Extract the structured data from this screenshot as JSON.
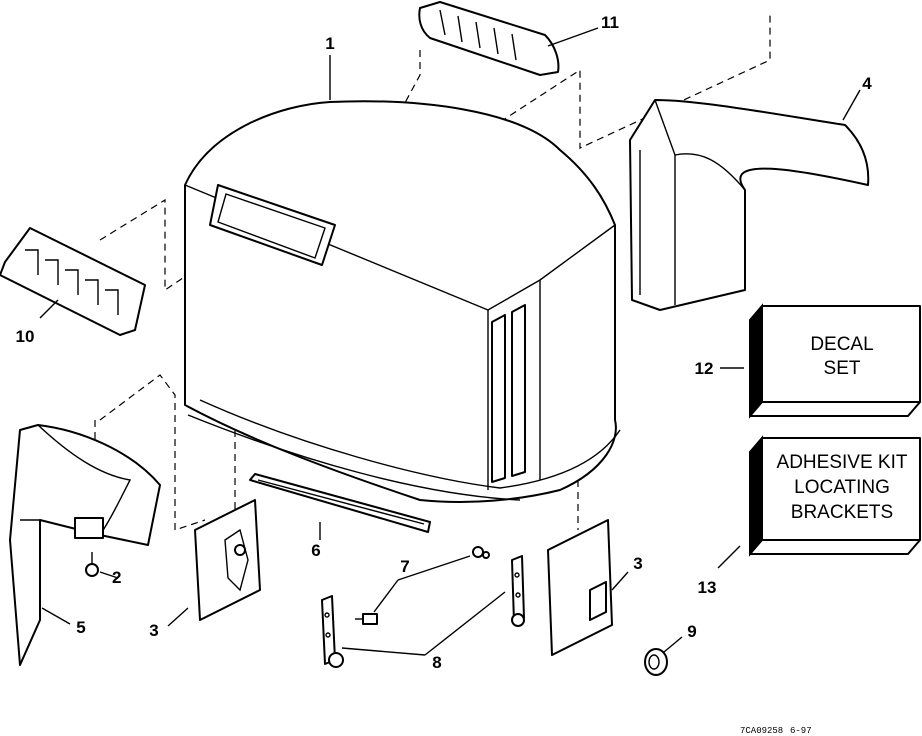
{
  "callouts": {
    "c1": "1",
    "c2": "2",
    "c3a": "3",
    "c3b": "3",
    "c4": "4",
    "c5": "5",
    "c6": "6",
    "c7": "7",
    "c8": "8",
    "c9": "9",
    "c10": "10",
    "c11": "11",
    "c12": "12",
    "c13": "13"
  },
  "decal_box": {
    "line1": "DECAL",
    "line2": "SET"
  },
  "adhesive_box": {
    "line1": "ADHESIVE KIT",
    "line2": "LOCATING",
    "line3": "BRACKETS"
  },
  "reference": {
    "drawing_id": "7CA09258",
    "date": "6-97"
  }
}
